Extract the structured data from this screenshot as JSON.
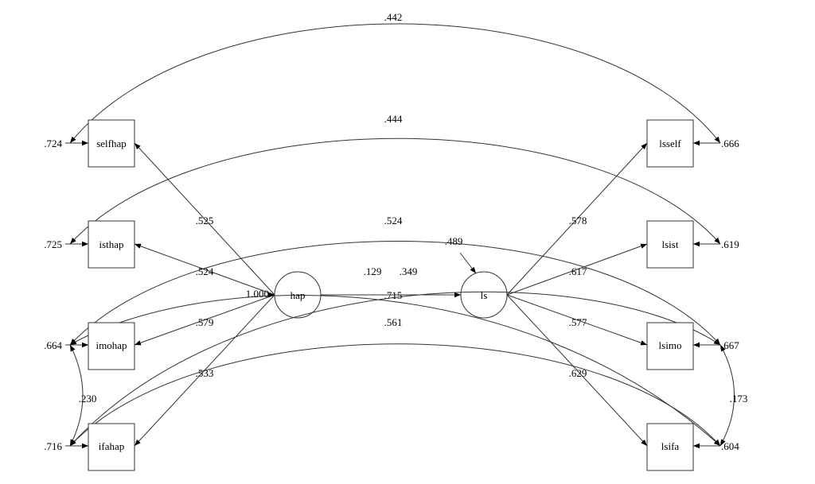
{
  "latent": {
    "hap": "hap",
    "ls": "ls"
  },
  "observed_left": [
    "selfhap",
    "isthap",
    "imohap",
    "ifahap"
  ],
  "observed_right": [
    "lsself",
    "lsist",
    "lsimo",
    "lsifa"
  ],
  "error_variances_left": [
    ".724",
    ".725",
    ".664",
    ".716"
  ],
  "error_variances_right": [
    ".666",
    ".619",
    ".667",
    ".604"
  ],
  "loadings_hap": [
    ".525",
    ".524",
    ".579",
    ".533"
  ],
  "loadings_ls": [
    ".578",
    ".617",
    ".577",
    ".629"
  ],
  "hap_variance": "1.000",
  "ls_disturbance": ".489",
  "path_hap_ls": ".715",
  "covariances": {
    "selfhap_lsself": ".442",
    "isthap_lsist": ".444",
    "imohap_lsimo": ".524",
    "ifahap_lsifa": ".561",
    "imohap_lsifa": ".129",
    "ifahap_lsimo": ".349",
    "imohap_ifahap": ".230",
    "lsimo_lsifa": ".173"
  }
}
